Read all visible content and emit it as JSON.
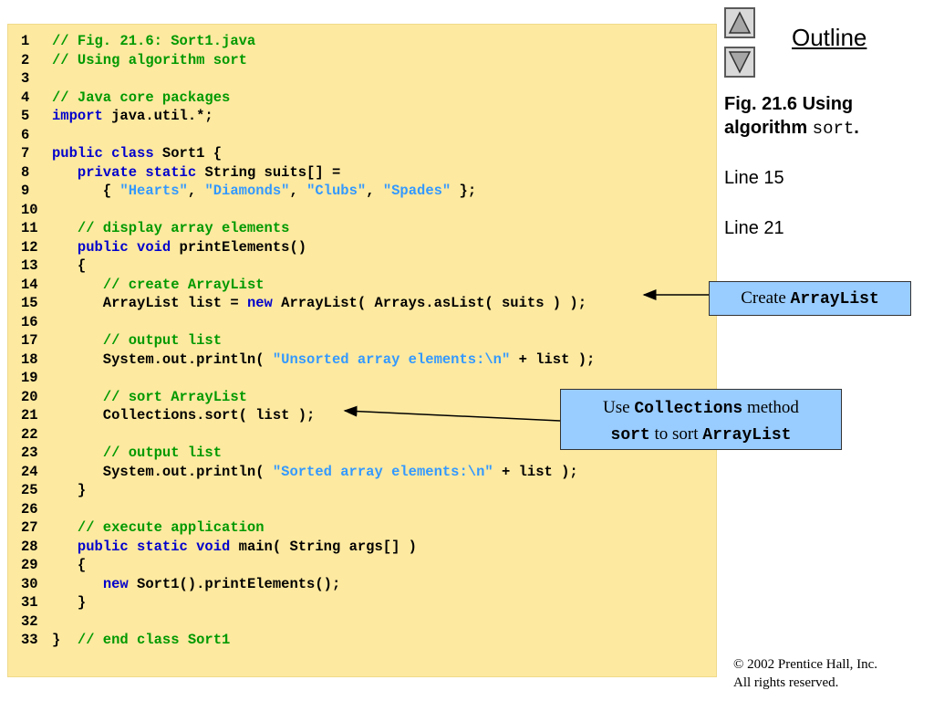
{
  "outline": {
    "title": "Outline",
    "up_icon": "triangle-up-icon",
    "down_icon": "triangle-down-icon"
  },
  "figure": {
    "prefix": "Fig. 21.6   Using algorithm ",
    "code": "sort",
    "suffix": "."
  },
  "side_lines": [
    "Line 15",
    "Line 21"
  ],
  "callouts": {
    "create": {
      "text": "Create ",
      "code": "ArrayList"
    },
    "sort": {
      "t1": "Use ",
      "c1": "Collections",
      "t2": " method",
      "c2": "sort",
      "t3": " to sort ",
      "c3": "ArrayList"
    }
  },
  "copyright": {
    "line1": "© 2002 Prentice Hall, Inc.",
    "line2": "All rights reserved."
  },
  "code_lines": [
    {
      "n": "1",
      "tokens": [
        [
          "c",
          "// Fig. 21.6: Sort1.java"
        ]
      ]
    },
    {
      "n": "2",
      "tokens": [
        [
          "c",
          "// Using algorithm sort"
        ]
      ]
    },
    {
      "n": "3",
      "tokens": []
    },
    {
      "n": "4",
      "tokens": [
        [
          "c",
          "// Java core packages"
        ]
      ]
    },
    {
      "n": "5",
      "tokens": [
        [
          "k",
          "import"
        ],
        [
          "t",
          " java.util.*;"
        ]
      ]
    },
    {
      "n": "6",
      "tokens": []
    },
    {
      "n": "7",
      "tokens": [
        [
          "k",
          "public class"
        ],
        [
          "t",
          " Sort1 {"
        ]
      ]
    },
    {
      "n": "8",
      "tokens": [
        [
          "t",
          "   "
        ],
        [
          "k",
          "private static"
        ],
        [
          "t",
          " String suits[] ="
        ]
      ]
    },
    {
      "n": "9",
      "tokens": [
        [
          "t",
          "      { "
        ],
        [
          "s",
          "\"Hearts\""
        ],
        [
          "t",
          ", "
        ],
        [
          "s",
          "\"Diamonds\""
        ],
        [
          "t",
          ", "
        ],
        [
          "s",
          "\"Clubs\""
        ],
        [
          "t",
          ", "
        ],
        [
          "s",
          "\"Spades\""
        ],
        [
          "t",
          " };"
        ]
      ]
    },
    {
      "n": "10",
      "tokens": []
    },
    {
      "n": "11",
      "tokens": [
        [
          "t",
          "   "
        ],
        [
          "c",
          "// display array elements"
        ]
      ]
    },
    {
      "n": "12",
      "tokens": [
        [
          "t",
          "   "
        ],
        [
          "k",
          "public void"
        ],
        [
          "t",
          " printElements()"
        ]
      ]
    },
    {
      "n": "13",
      "tokens": [
        [
          "t",
          "   {"
        ]
      ]
    },
    {
      "n": "14",
      "tokens": [
        [
          "t",
          "      "
        ],
        [
          "c",
          "// create ArrayList"
        ]
      ]
    },
    {
      "n": "15",
      "tokens": [
        [
          "t",
          "      ArrayList list = "
        ],
        [
          "k",
          "new"
        ],
        [
          "t",
          " ArrayList( Arrays.asList( suits ) );"
        ]
      ]
    },
    {
      "n": "16",
      "tokens": []
    },
    {
      "n": "17",
      "tokens": [
        [
          "t",
          "      "
        ],
        [
          "c",
          "// output list"
        ]
      ]
    },
    {
      "n": "18",
      "tokens": [
        [
          "t",
          "      System.out.println( "
        ],
        [
          "s",
          "\"Unsorted array elements:\\n\""
        ],
        [
          "t",
          " + list );"
        ]
      ]
    },
    {
      "n": "19",
      "tokens": []
    },
    {
      "n": "20",
      "tokens": [
        [
          "t",
          "      "
        ],
        [
          "c",
          "// sort ArrayList"
        ]
      ]
    },
    {
      "n": "21",
      "tokens": [
        [
          "t",
          "      Collections.sort( list );"
        ]
      ]
    },
    {
      "n": "22",
      "tokens": []
    },
    {
      "n": "23",
      "tokens": [
        [
          "t",
          "      "
        ],
        [
          "c",
          "// output list"
        ]
      ]
    },
    {
      "n": "24",
      "tokens": [
        [
          "t",
          "      System.out.println( "
        ],
        [
          "s",
          "\"Sorted array elements:\\n\""
        ],
        [
          "t",
          " + list );"
        ]
      ]
    },
    {
      "n": "25",
      "tokens": [
        [
          "t",
          "   }"
        ]
      ]
    },
    {
      "n": "26",
      "tokens": []
    },
    {
      "n": "27",
      "tokens": [
        [
          "t",
          "   "
        ],
        [
          "c",
          "// execute application"
        ]
      ]
    },
    {
      "n": "28",
      "tokens": [
        [
          "t",
          "   "
        ],
        [
          "k",
          "public static void"
        ],
        [
          "t",
          " main( String args[] )"
        ]
      ]
    },
    {
      "n": "29",
      "tokens": [
        [
          "t",
          "   {"
        ]
      ]
    },
    {
      "n": "30",
      "tokens": [
        [
          "t",
          "      "
        ],
        [
          "k",
          "new"
        ],
        [
          "t",
          " Sort1().printElements();"
        ]
      ]
    },
    {
      "n": "31",
      "tokens": [
        [
          "t",
          "   }"
        ]
      ]
    },
    {
      "n": "32",
      "tokens": []
    },
    {
      "n": "33",
      "tokens": [
        [
          "t",
          "}  "
        ],
        [
          "c",
          "// end class Sort1"
        ]
      ]
    }
  ]
}
